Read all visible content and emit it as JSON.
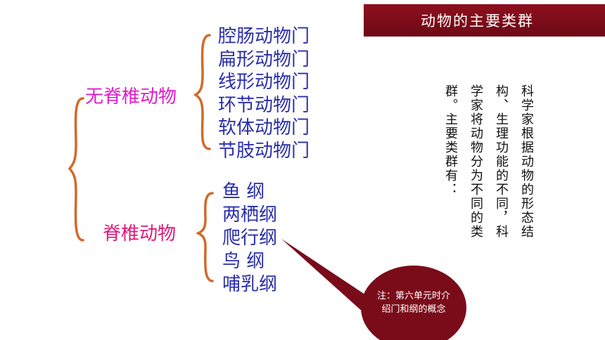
{
  "header": {
    "title": "动物的主要类群"
  },
  "invertebrates": {
    "label": "无脊椎动物",
    "items": [
      "腔肠动物门",
      "扁形动物门",
      "线形动物门",
      "环节动物门",
      "软体动物门",
      "节肢动物门"
    ]
  },
  "vertebrates": {
    "label": "脊椎动物",
    "items": [
      "鱼 纲",
      "两栖纲",
      "爬行纲",
      "鸟 纲",
      "哺乳纲"
    ]
  },
  "description": "科学家根据动物的形态结构、生理功能的不同，科学家将动物分为不同的类群。主要类群有：",
  "callout": {
    "text": "注：第六单元时介绍门和纲的概念"
  },
  "colors": {
    "header_bg": "#7a0c1a",
    "brace": "#d2692a",
    "invert_label": "#e21bcc",
    "vert_label": "#e0197a",
    "list_text": "#2a2eaa",
    "callout_bg": "#7a0c1a"
  }
}
